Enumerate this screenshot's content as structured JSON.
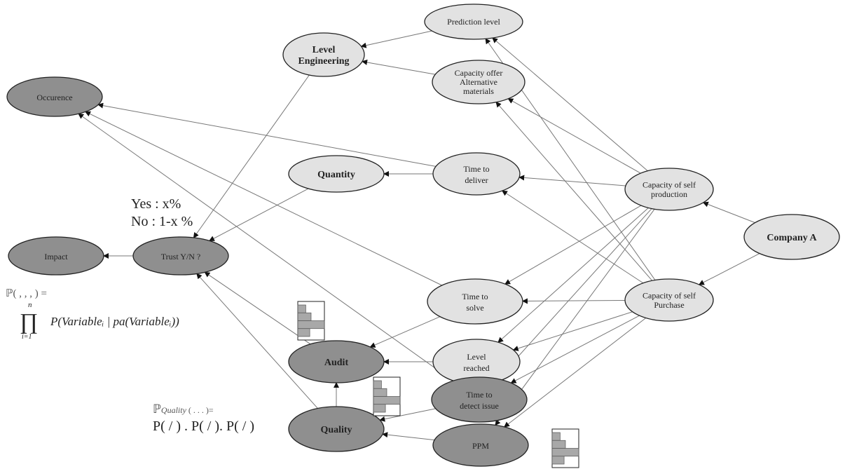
{
  "colors": {
    "dark_node": "#8f8f8f",
    "light_node": "#e2e2e2",
    "edge": "#777777",
    "outline": "#222222"
  },
  "nodes": [
    {
      "id": "occurence",
      "lines": [
        "Occurence"
      ],
      "style": "dark",
      "bold": false
    },
    {
      "id": "impact",
      "lines": [
        "Impact"
      ],
      "style": "dark",
      "bold": false
    },
    {
      "id": "trust",
      "lines": [
        "Trust Y/N ?"
      ],
      "style": "dark",
      "bold": false
    },
    {
      "id": "level_eng",
      "lines": [
        "Level",
        "Engineering"
      ],
      "style": "light",
      "bold": true
    },
    {
      "id": "quantity",
      "lines": [
        "Quantity"
      ],
      "style": "light",
      "bold": true
    },
    {
      "id": "audit",
      "lines": [
        "Audit"
      ],
      "style": "dark",
      "bold": true
    },
    {
      "id": "quality",
      "lines": [
        "Quality"
      ],
      "style": "dark",
      "bold": true
    },
    {
      "id": "prediction",
      "lines": [
        "Prediction level"
      ],
      "style": "light",
      "bold": false
    },
    {
      "id": "cap_offer",
      "lines": [
        "Capacity offer",
        "Alternative",
        "materials"
      ],
      "style": "light",
      "bold": false
    },
    {
      "id": "time_deliver",
      "lines": [
        "Time to",
        "deliver"
      ],
      "style": "light",
      "bold": false
    },
    {
      "id": "time_solve",
      "lines": [
        "Time to",
        "solve"
      ],
      "style": "light",
      "bold": false
    },
    {
      "id": "level_reached",
      "lines": [
        "Level",
        "reached"
      ],
      "style": "light",
      "bold": false
    },
    {
      "id": "time_detect",
      "lines": [
        "Time to",
        "detect issue"
      ],
      "style": "dark",
      "bold": false
    },
    {
      "id": "ppm",
      "lines": [
        "PPM"
      ],
      "style": "dark",
      "bold": false
    },
    {
      "id": "self_prod",
      "lines": [
        "Capacity of self",
        "production"
      ],
      "style": "light",
      "bold": false
    },
    {
      "id": "self_purch",
      "lines": [
        "Capacity of self",
        "Purchase"
      ],
      "style": "light",
      "bold": false
    },
    {
      "id": "company",
      "lines": [
        "Company A"
      ],
      "style": "light",
      "bold": true
    }
  ],
  "edges": [
    [
      "company",
      "self_prod"
    ],
    [
      "company",
      "self_purch"
    ],
    [
      "self_prod",
      "prediction"
    ],
    [
      "self_prod",
      "cap_offer"
    ],
    [
      "self_prod",
      "time_deliver"
    ],
    [
      "self_prod",
      "time_solve"
    ],
    [
      "self_prod",
      "level_reached"
    ],
    [
      "self_prod",
      "time_detect"
    ],
    [
      "self_prod",
      "ppm"
    ],
    [
      "self_purch",
      "prediction"
    ],
    [
      "self_purch",
      "cap_offer"
    ],
    [
      "self_purch",
      "time_deliver"
    ],
    [
      "self_purch",
      "time_solve"
    ],
    [
      "self_purch",
      "level_reached"
    ],
    [
      "self_purch",
      "time_detect"
    ],
    [
      "self_purch",
      "ppm"
    ],
    [
      "prediction",
      "level_eng"
    ],
    [
      "cap_offer",
      "level_eng"
    ],
    [
      "time_deliver",
      "quantity"
    ],
    [
      "time_deliver",
      "occurence"
    ],
    [
      "time_solve",
      "occurence"
    ],
    [
      "time_detect",
      "occurence"
    ],
    [
      "level_eng",
      "trust"
    ],
    [
      "quantity",
      "trust"
    ],
    [
      "audit",
      "trust"
    ],
    [
      "quality",
      "trust"
    ],
    [
      "time_solve",
      "audit"
    ],
    [
      "level_reached",
      "audit"
    ],
    [
      "quality",
      "audit"
    ],
    [
      "time_detect",
      "quality"
    ],
    [
      "ppm",
      "quality"
    ],
    [
      "trust",
      "impact"
    ]
  ],
  "annotations": {
    "trust_yes": "Yes : x%",
    "trust_no": "No : 1-x %",
    "joint_lhs": "ℙ( ,   ,    ,    ) =",
    "joint_n": "n",
    "joint_prod": "∏",
    "joint_i": "i=1",
    "joint_rhs": "P(Variableᵢ | pa(Variableᵢ))",
    "quality_lhs": "ℙ",
    "quality_sub": "Quality",
    "quality_args": " ( .  .  .  )=",
    "quality_rhs": "P( / ) . P( / ). P( / )"
  },
  "histograms": [
    {
      "near": "audit",
      "bars": [
        0.3,
        0.5,
        1.0,
        0.45
      ]
    },
    {
      "near": "time_detect",
      "bars": [
        0.3,
        0.5,
        1.0,
        0.45
      ]
    },
    {
      "near": "ppm",
      "bars": [
        0.3,
        0.5,
        1.0,
        0.45
      ]
    }
  ]
}
